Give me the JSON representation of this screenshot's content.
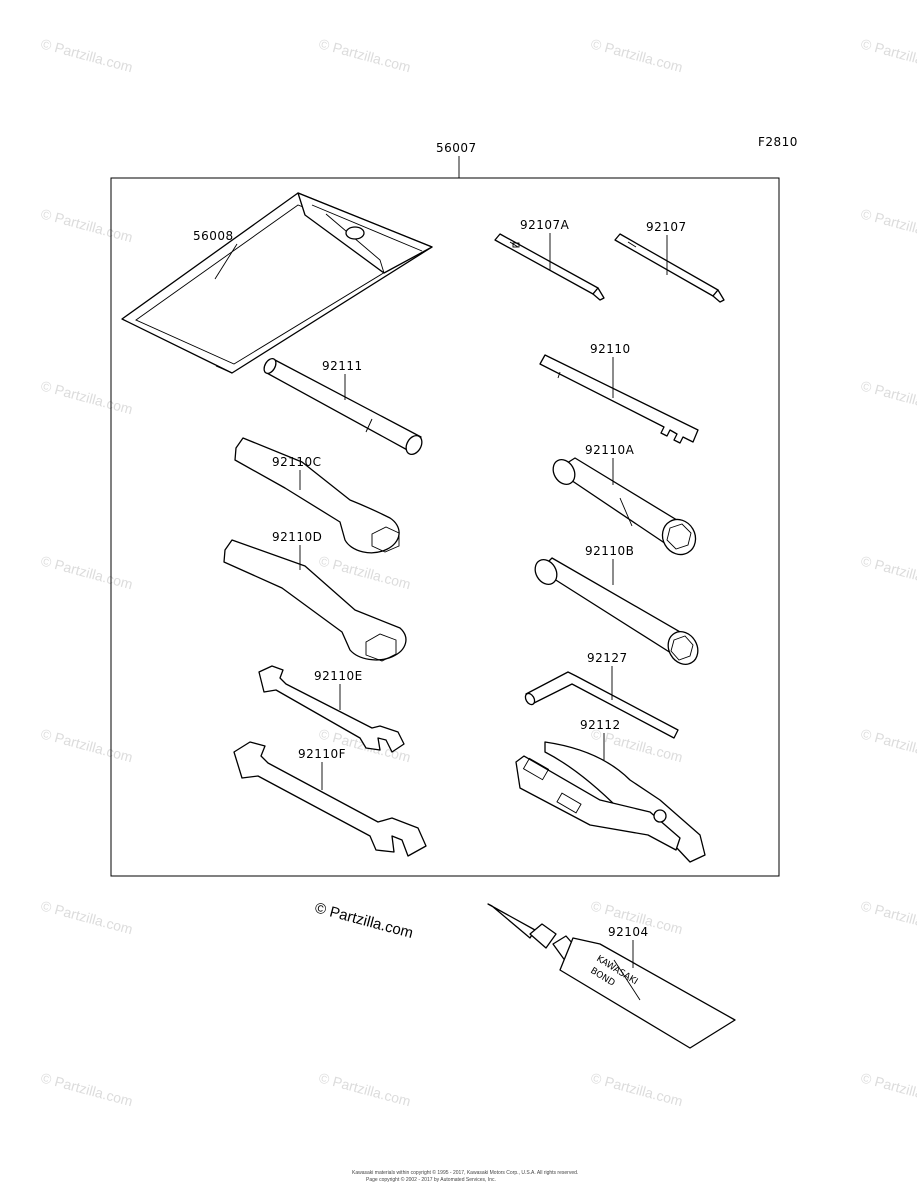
{
  "figure_code": "F2810",
  "assembly_label": "56007",
  "watermark_text": "© Partzilla.com",
  "copyright_mark": "© Partzilla.com",
  "footer_line1": "Kawasaki materials within copyright © 1995 - 2017, Kawasaki Motors Corp., U.S.A. All rights reserved.",
  "footer_line2": "Page copyright © 2002 - 2017 by Automated Services, Inc.",
  "parts": {
    "p56008": "56008",
    "p92107A": "92107A",
    "p92107": "92107",
    "p92111": "92111",
    "p92110": "92110",
    "p92110C": "92110C",
    "p92110A": "92110A",
    "p92110D": "92110D",
    "p92110B": "92110B",
    "p92110E": "92110E",
    "p92127": "92127",
    "p92112": "92112",
    "p92110F": "92110F",
    "p92104": "92104"
  },
  "tube_text": {
    "line1": "KAWASAKI",
    "line2": "BOND"
  },
  "colors": {
    "line": "#000000",
    "watermark": "#dcdcdc",
    "background": "#ffffff"
  }
}
